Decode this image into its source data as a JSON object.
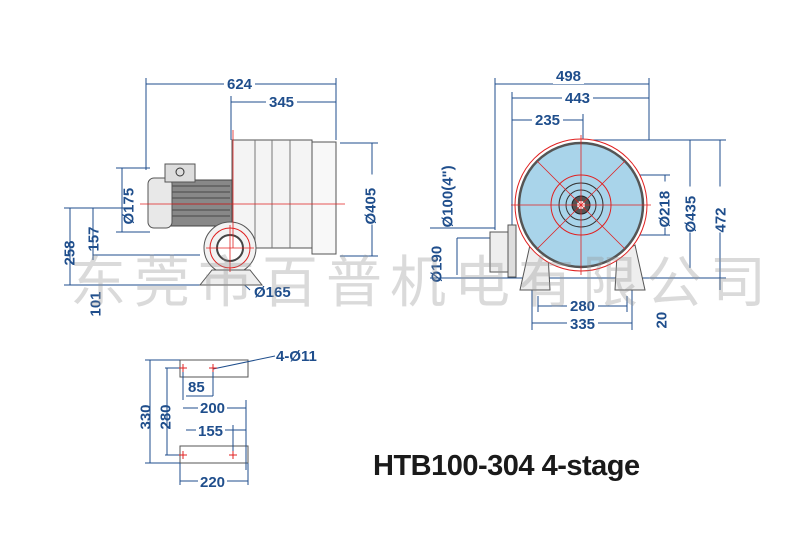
{
  "title": "HTB100-304 4-stage",
  "watermark": "东莞市百普机电有限公司",
  "colors": {
    "dimension": "#1f4e8c",
    "centerline": "#e02020",
    "casing_fill": "#a9d4ea",
    "outline": "#555555"
  },
  "side_view": {
    "dims": {
      "overall_length": "624",
      "blower_length": "345",
      "motor_diameter": "Ø175",
      "casing_diameter": "Ø405",
      "inlet_flange": "Ø165",
      "height_to_axis": "258",
      "motor_axis_offset": "157",
      "inlet_axis_height": "101"
    }
  },
  "front_view": {
    "dims": {
      "overall_width": "498",
      "width_to_flange": "443",
      "center_offset": "235",
      "outlet_size": "Ø100(4\")",
      "outlet_flange": "Ø190",
      "hub_diameter": "Ø218",
      "casing_diameter": "Ø435",
      "overall_height": "472",
      "foot_span_inner": "280",
      "foot_span_outer": "335",
      "foot_height": "20"
    }
  },
  "base_view": {
    "dims": {
      "holes": "4-Ø11",
      "hole_spacing_small": "85",
      "width_200": "200",
      "width_155": "155",
      "width_220": "220",
      "depth_330": "330",
      "depth_280": "280"
    }
  }
}
